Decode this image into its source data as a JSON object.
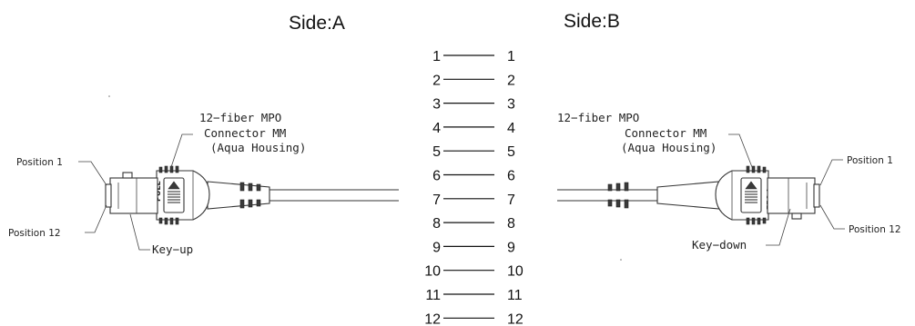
{
  "side_a": {
    "title": "Side:A",
    "connector_label": [
      "12−fiber MPO",
      "Connector MM",
      "(Aqua Housing)"
    ],
    "position_top": "Position 1",
    "position_bottom": "Position 12",
    "key_label": "Key−up"
  },
  "side_b": {
    "title": "Side:B",
    "connector_label": [
      "12−fiber MPO",
      "Connector MM",
      "(Aqua Housing)"
    ],
    "position_top": "Position 1",
    "position_bottom": "Position 12",
    "key_label": "Key−down"
  },
  "pull_tab_text": "PULL",
  "pin_map": [
    {
      "left": "1",
      "right": "1"
    },
    {
      "left": "2",
      "right": "2"
    },
    {
      "left": "3",
      "right": "3"
    },
    {
      "left": "4",
      "right": "4"
    },
    {
      "left": "5",
      "right": "5"
    },
    {
      "left": "6",
      "right": "6"
    },
    {
      "left": "7",
      "right": "7"
    },
    {
      "left": "8",
      "right": "8"
    },
    {
      "left": "9",
      "right": "9"
    },
    {
      "left": "10",
      "right": "10"
    },
    {
      "left": "11",
      "right": "11"
    },
    {
      "left": "12",
      "right": "12"
    }
  ]
}
